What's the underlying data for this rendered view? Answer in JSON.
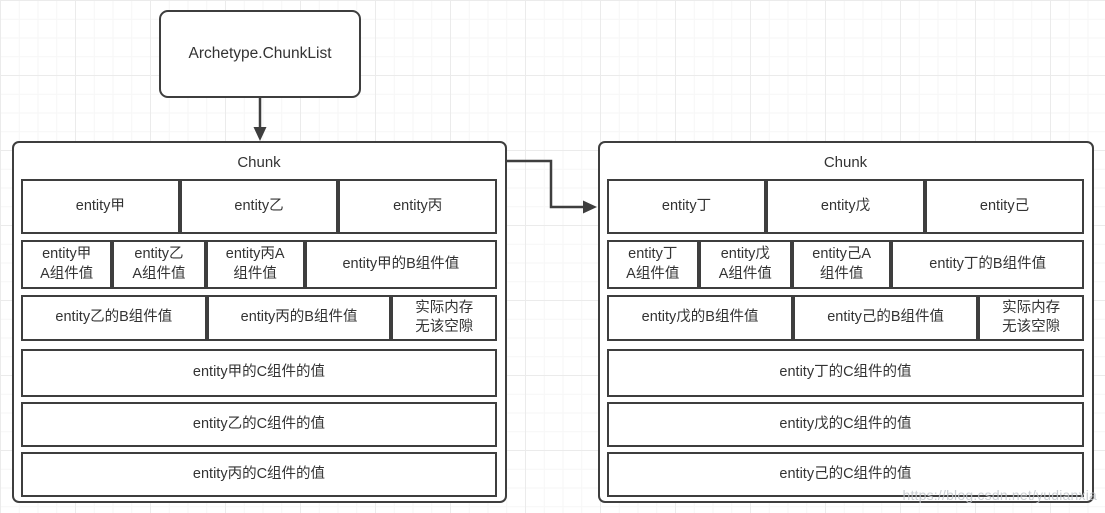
{
  "page": {
    "watermark": "https://blog.csdn.net/yudianxia"
  },
  "archetype_box": {
    "label": "Archetype.ChunkList"
  },
  "chunks": [
    {
      "title": "Chunk",
      "entity_row": [
        "entity甲",
        "entity乙",
        "entity丙"
      ],
      "a_row": [
        "entity甲\nA组件值",
        "entity乙\nA组件值",
        "entity丙A\n组件值",
        "entity甲的B组件值"
      ],
      "b_row": [
        "entity乙的B组件值",
        "entity丙的B组件值",
        "实际内存\n无该空隙"
      ],
      "c_rows": [
        "entity甲的C组件的值",
        "entity乙的C组件的值",
        "entity丙的C组件的值"
      ]
    },
    {
      "title": "Chunk",
      "entity_row": [
        "entity丁",
        "entity戊",
        "entity己"
      ],
      "a_row": [
        "entity丁\nA组件值",
        "entity戊\nA组件值",
        "entity己A\n组件值",
        "entity丁的B组件值"
      ],
      "b_row": [
        "entity戊的B组件值",
        "entity己的B组件值",
        "实际内存\n无该空隙"
      ],
      "c_rows": [
        "entity丁的C组件的值",
        "entity戊的C组件的值",
        "entity己的C组件的值"
      ]
    }
  ],
  "colors": {
    "border": "#3e3e3e",
    "text": "#333333",
    "grid_minor": "#f6f6f6",
    "grid_major": "#ebebeb",
    "watermark": "#c3c7cc"
  }
}
